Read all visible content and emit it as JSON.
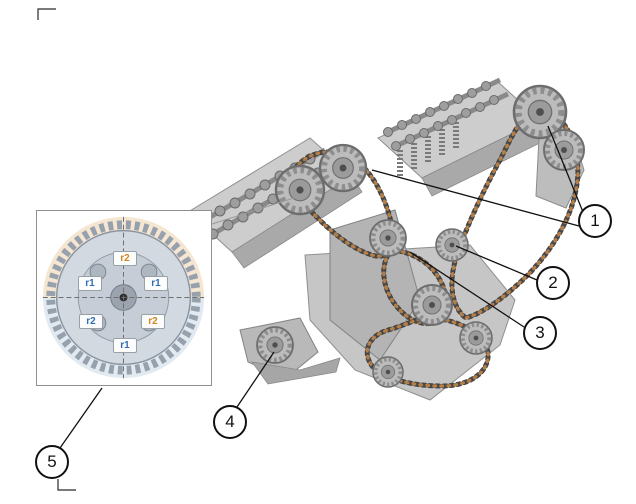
{
  "callouts": [
    {
      "label": "1"
    },
    {
      "label": "2"
    },
    {
      "label": "3"
    },
    {
      "label": "4"
    },
    {
      "label": "5"
    }
  ],
  "inset": {
    "labels": [
      {
        "text": "r2",
        "color": "#d4851f"
      },
      {
        "text": "r1",
        "color": "#2f6eb4"
      },
      {
        "text": "r1",
        "color": "#2f6eb4"
      },
      {
        "text": "r2",
        "color": "#2f6eb4"
      },
      {
        "text": "r2",
        "color": "#d4851f"
      },
      {
        "text": "r1",
        "color": "#2f6eb4"
      }
    ]
  },
  "colors": {
    "background": "#ffffff",
    "callout_border": "#111111",
    "label_orange": "#d4851f",
    "label_blue": "#2f6eb4",
    "chain_dark": "#474747",
    "chain_copper": "#b87f45",
    "metal_light": "#cdcdcd",
    "metal_mid": "#b4b4b4",
    "metal_dark": "#8f8f8f"
  }
}
